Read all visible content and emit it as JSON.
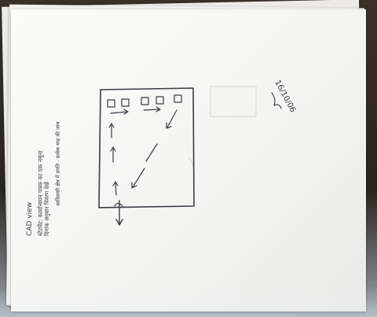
{
  "note": {
    "title": "CAD view",
    "hindi_line_1": "स्टेटमेंट: कार्यान्वयन पत्रक का एक नमूना",
    "hindi_line_2": "दिनांक अनुसार विवरण देखें",
    "hindi_line_3": "आदिवासी क्षेत्र में प्रगति - प्रत्येक माह की जांच",
    "date_signature": "16/10/06"
  },
  "colors": {
    "ink": "#3b3b46",
    "paper": "#f7f7f5",
    "background": "#2b2620"
  },
  "diagram": {
    "boxes_count": 5
  }
}
